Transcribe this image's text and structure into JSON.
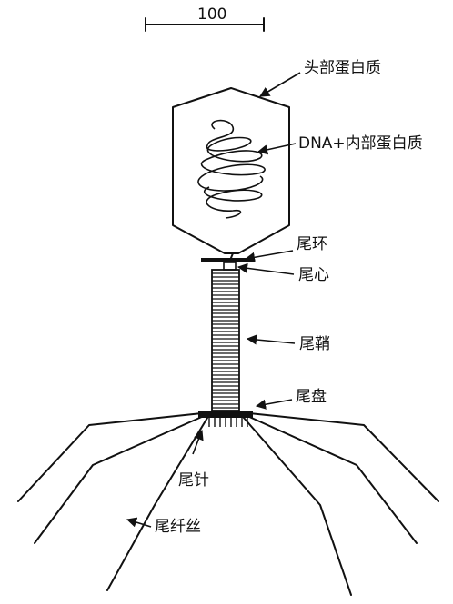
{
  "scale_bar": {
    "label": "100"
  },
  "labels": {
    "head_protein": "头部蛋白质",
    "dna_internal": "DNA+内部蛋白质",
    "tail_ring": "尾环",
    "tail_core": "尾心",
    "tail_sheath": "尾鞘",
    "base_plate": "尾盘",
    "tail_pins": "尾针",
    "tail_fibers": "尾纤丝"
  }
}
